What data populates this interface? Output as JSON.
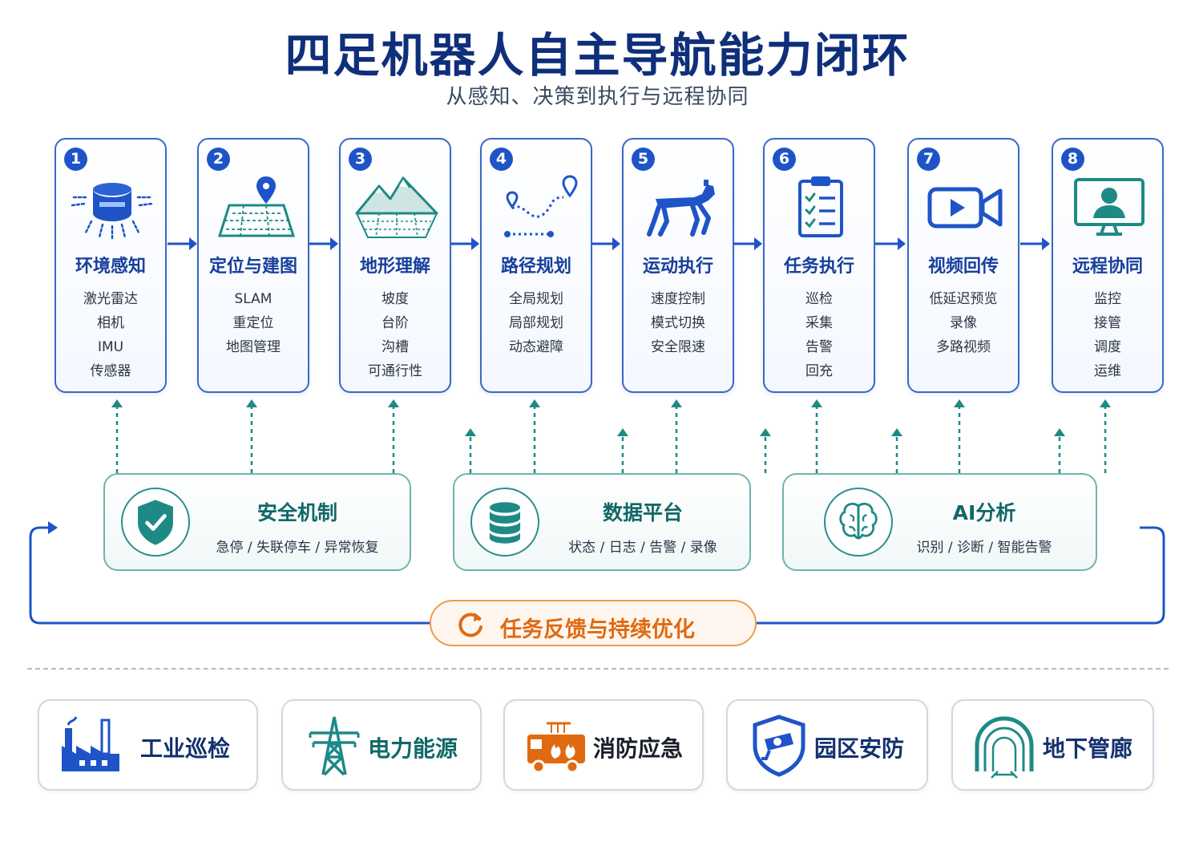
{
  "title": "四足机器人自主导航能力闭环",
  "subtitle": "从感知、决策到执行与远程协同",
  "steps": [
    {
      "num": "1",
      "title": "环境感知",
      "items": [
        "激光雷达",
        "相机",
        "IMU",
        "传感器"
      ],
      "icon": "lidar-sensor-icon"
    },
    {
      "num": "2",
      "title": "定位与建图",
      "items": [
        "SLAM",
        "重定位",
        "地图管理"
      ],
      "icon": "map-pin-icon"
    },
    {
      "num": "3",
      "title": "地形理解",
      "items": [
        "坡度",
        "台阶",
        "沟槽",
        "可通行性"
      ],
      "icon": "terrain-mountain-icon"
    },
    {
      "num": "4",
      "title": "路径规划",
      "items": [
        "全局规划",
        "局部规划",
        "动态避障"
      ],
      "icon": "route-path-icon"
    },
    {
      "num": "5",
      "title": "运动执行",
      "items": [
        "速度控制",
        "模式切换",
        "安全限速"
      ],
      "icon": "robot-dog-icon"
    },
    {
      "num": "6",
      "title": "任务执行",
      "items": [
        "巡检",
        "采集",
        "告警",
        "回充"
      ],
      "icon": "clipboard-checklist-icon"
    },
    {
      "num": "7",
      "title": "视频回传",
      "items": [
        "低延迟预览",
        "录像",
        "多路视频"
      ],
      "icon": "video-camera-icon"
    },
    {
      "num": "8",
      "title": "远程协同",
      "items": [
        "监控",
        "接管",
        "调度",
        "运维"
      ],
      "icon": "remote-monitor-user-icon"
    }
  ],
  "support": [
    {
      "title": "安全机制",
      "sub": "急停 / 失联停车 / 异常恢复",
      "icon": "shield-check-icon"
    },
    {
      "title": "数据平台",
      "sub": "状态 / 日志 / 告警 / 录像",
      "icon": "database-icon"
    },
    {
      "title": "AI分析",
      "sub": "识别 / 诊断 / 智能告警",
      "icon": "ai-brain-icon"
    }
  ],
  "feedback": {
    "label": "任务反馈与持续优化",
    "icon": "refresh-cycle-icon"
  },
  "scenarios": [
    {
      "label": "工业巡检",
      "icon": "factory-icon"
    },
    {
      "label": "电力能源",
      "icon": "power-tower-icon"
    },
    {
      "label": "消防应急",
      "icon": "fire-truck-icon"
    },
    {
      "label": "园区安防",
      "icon": "security-camera-shield-icon"
    },
    {
      "label": "地下管廊",
      "icon": "tunnel-icon"
    }
  ],
  "colors": {
    "primary": "#1f54c8",
    "title": "#0f2f7a",
    "teal": "#1e8a86",
    "orange": "#e06a12"
  }
}
